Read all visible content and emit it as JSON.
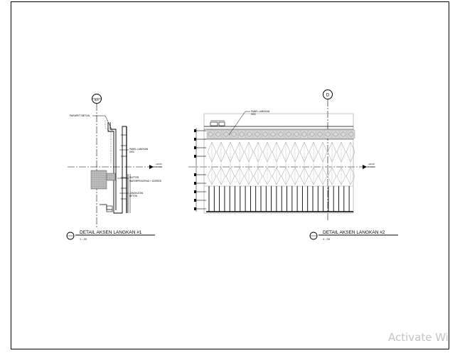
{
  "detail_1": {
    "title": "DETAIL AKSEN LANGKAN #1",
    "scale": "1 : 20",
    "grid_bubble": "A/1",
    "labels": {
      "parapet": "PARAPET BETON",
      "panel_line1": "PANEL LANGKAN",
      "panel_line2": "GRC",
      "gutter_line1": "GUTTER",
      "gutter_line2": "WATERPROOFING + SCREED",
      "jangkutan_line1": "JANGKUTAN",
      "jangkutan_line2": "BETON"
    },
    "level_tag": "+00.00"
  },
  "detail_2": {
    "title": "DETAIL AKSEN LANGKAN #2",
    "scale": "1 : 20",
    "grid_bubble": "D",
    "labels": {
      "panel_line1": "PANEL LANGKAN",
      "panel_line2": "GRC"
    },
    "level_tag": "+00.00"
  },
  "watermark": "Activate Wi"
}
